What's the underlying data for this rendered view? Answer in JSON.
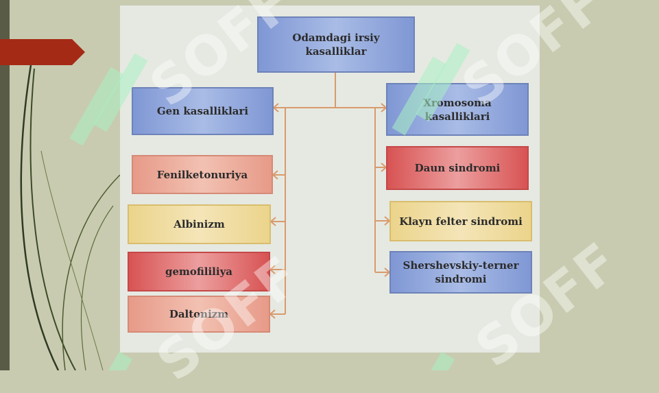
{
  "diagram": {
    "root": "Odamdagi  irsiy\nkasalliklar",
    "left_branch": {
      "title": "Gen kasalliklari",
      "items": [
        "Fenilketonuriya",
        "Albinizm",
        "gemofililiya",
        "Daltonizm"
      ]
    },
    "right_branch": {
      "title": "Xromosoma\nkasalliklari",
      "items": [
        "Daun sindromi",
        "Klayn felter  sindromi",
        "Shershevskiy-terner\nsindromi"
      ]
    }
  },
  "watermark": {
    "text": "SOFF"
  },
  "colors": {
    "background": "#c8cbb0",
    "panel": "#e6e9e2",
    "accent_bar": "#a52a16",
    "connector": "#d99a6c",
    "box_blue": "#8ea3d9",
    "box_salmon": "#eba998",
    "box_yellow": "#efdc9c",
    "box_red": "#e06b6b"
  }
}
